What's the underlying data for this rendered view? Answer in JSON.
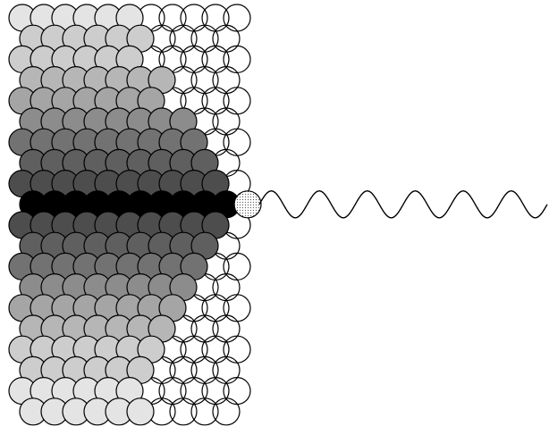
{
  "diagram": {
    "rows": [
      {
        "filled": 6,
        "shade": "#e4e4e4"
      },
      {
        "filled": 6,
        "shade": "#cdcdcd"
      },
      {
        "filled": 6,
        "shade": "#cdcdcd"
      },
      {
        "filled": 7,
        "shade": "#b6b6b6"
      },
      {
        "filled": 7,
        "shade": "#a5a5a5"
      },
      {
        "filled": 8,
        "shade": "#8c8c8c"
      },
      {
        "filled": 9,
        "shade": "#727272"
      },
      {
        "filled": 9,
        "shade": "#5f5f5f"
      },
      {
        "filled": 10,
        "shade": "#4d4d4d"
      },
      {
        "filled": 10,
        "shade": "#000000",
        "dotted": true
      },
      {
        "filled": 10,
        "shade": "#4d4d4d"
      },
      {
        "filled": 9,
        "shade": "#5f5f5f"
      },
      {
        "filled": 9,
        "shade": "#727272"
      },
      {
        "filled": 8,
        "shade": "#8c8c8c"
      },
      {
        "filled": 8,
        "shade": "#a5a5a5"
      },
      {
        "filled": 7,
        "shade": "#b6b6b6"
      },
      {
        "filled": 7,
        "shade": "#cdcdcd"
      },
      {
        "filled": 6,
        "shade": "#cdcdcd"
      },
      {
        "filled": 6,
        "shade": "#e4e4e4"
      },
      {
        "filled": 6,
        "shade": "#e4e4e4"
      }
    ],
    "columns": 11,
    "wave_periods": 6,
    "stroke_color": "#000000",
    "empty_color": "#ffffff",
    "dot_color": "#c8c8c8"
  }
}
